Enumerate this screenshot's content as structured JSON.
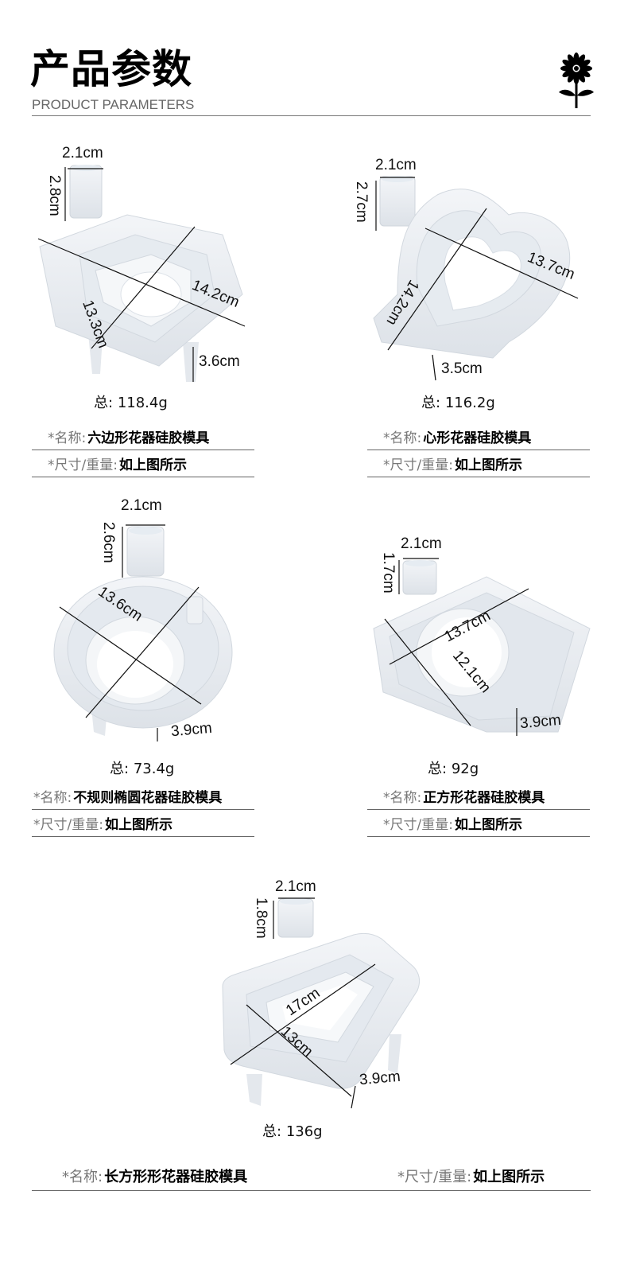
{
  "header": {
    "title": "产品参数",
    "subtitle": "PRODUCT PARAMETERS",
    "icon": "flower-icon"
  },
  "labels": {
    "name_label": "*名称:",
    "size_label": "*尺寸/重量:",
    "weight_prefix": "总:"
  },
  "products": [
    {
      "name": "六边形花器硅胶模具",
      "size_value": "如上图所示",
      "weight": "118.4g",
      "shape": "hexagon",
      "cup": {
        "width": "2.1cm",
        "height": "2.8cm"
      },
      "dims": {
        "diag1": "14.2cm",
        "diag2": "13.3cm",
        "depth": "3.6cm"
      }
    },
    {
      "name": "心形花器硅胶模具",
      "size_value": "如上图所示",
      "weight": "116.2g",
      "shape": "heart",
      "cup": {
        "width": "2.1cm",
        "height": "2.7cm"
      },
      "dims": {
        "diag1": "13.7cm",
        "diag2": "14.2cm",
        "depth": "3.5cm"
      }
    },
    {
      "name": "不规则椭圆花器硅胶模具",
      "size_value": "如上图所示",
      "weight": "73.4g",
      "shape": "oval",
      "cup": {
        "width": "2.1cm",
        "height": "2.6cm"
      },
      "dims": {
        "diag1": "13.6cm",
        "depth": "3.9cm"
      }
    },
    {
      "name": "正方形花器硅胶模具",
      "size_value": "如上图所示",
      "weight": "92g",
      "shape": "square",
      "cup": {
        "width": "2.1cm",
        "height": "1.7cm"
      },
      "dims": {
        "diag1": "13.7cm",
        "diag2": "12.1cm",
        "depth": "3.9cm"
      }
    },
    {
      "name": "长方形形花器硅胶模具",
      "size_value": "如上图所示",
      "weight": "136g",
      "shape": "rectangle",
      "cup": {
        "width": "2.1cm",
        "height": "1.8cm"
      },
      "dims": {
        "diag1": "17cm",
        "diag2": "13cm",
        "depth": "3.9cm"
      }
    }
  ],
  "colors": {
    "text": "#000000",
    "label_gray": "#777777",
    "rule": "#666666",
    "silicone": "#eef1f4",
    "silicone_shadow": "#d8dde3"
  }
}
